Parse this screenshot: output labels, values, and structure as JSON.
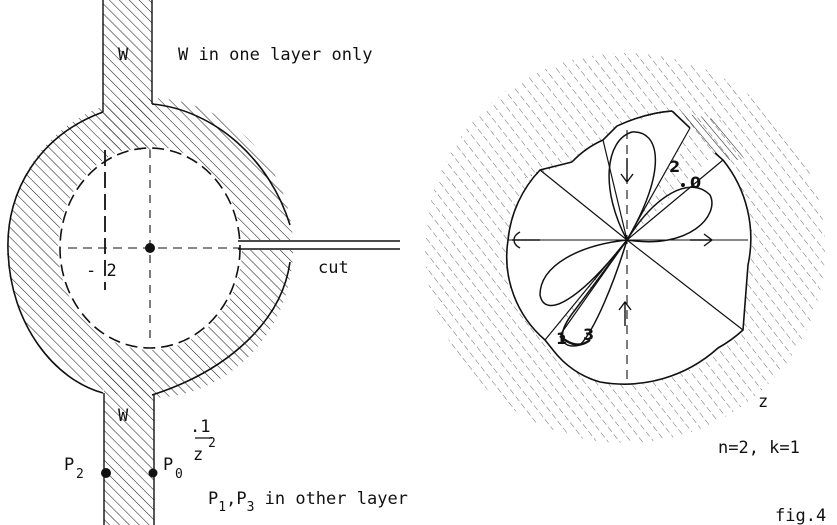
{
  "figure": {
    "left_panel": {
      "label_w_top_hatch": "W",
      "label_w_layer": "W  in one layer only",
      "label_minus2": "- 2",
      "label_cut": "cut",
      "label_w_bottom": "W",
      "label_inv_num": ".1",
      "label_inv_den": "z",
      "label_inv_exp": "2",
      "label_p2": "P",
      "label_p2_sub": "2",
      "label_p0": "P",
      "label_p0_sub": "0",
      "label_other_layer_p": "P",
      "label_other_layer_sub1": "1",
      "label_other_layer_mid": ",P",
      "label_other_layer_sub3": "3",
      "label_other_layer_rest": " in other layer"
    },
    "right_panel": {
      "label_2": "2",
      "label_0": "0",
      "label_1": "1",
      "label_3": "3",
      "label_z": "z",
      "label_params": "n=2,  k=1",
      "label_fig": "fig.4"
    }
  }
}
